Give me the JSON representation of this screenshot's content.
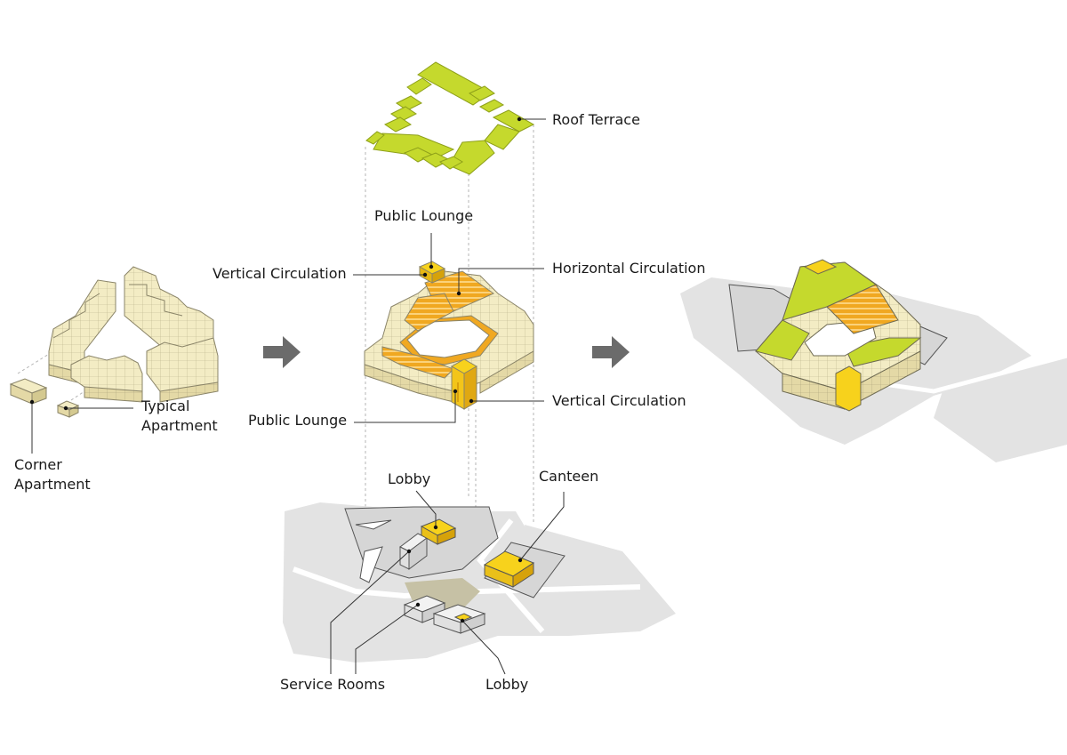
{
  "labels": {
    "roof_terrace": "Roof Terrace",
    "public_lounge_top": "Public Lounge",
    "vertical_circulation_left": "Vertical Circulation",
    "horizontal_circulation": "Horizontal Circulation",
    "vertical_circulation_right": "Vertical Circulation",
    "public_lounge_bottom": "Public Lounge",
    "typical_apartment": "Typical\nApartment",
    "corner_apartment": "Corner\nApartment",
    "lobby_top": "Lobby",
    "canteen": "Canteen",
    "service_rooms": "Service Rooms",
    "lobby_bottom": "Lobby"
  },
  "colors": {
    "module_fill": "#f3ecc4",
    "module_side": "#e2d8a3",
    "module_line": "#8a8468",
    "roof_green": "#c5d92d",
    "circulation_orange": "#f0a821",
    "lounge_yellow": "#f7d21c",
    "site_grey": "#e3e3e3",
    "path_white": "#ffffff",
    "arrow_grey": "#6b6b6b",
    "leader_line": "#333333",
    "dashed_line": "#b5b5b5"
  }
}
